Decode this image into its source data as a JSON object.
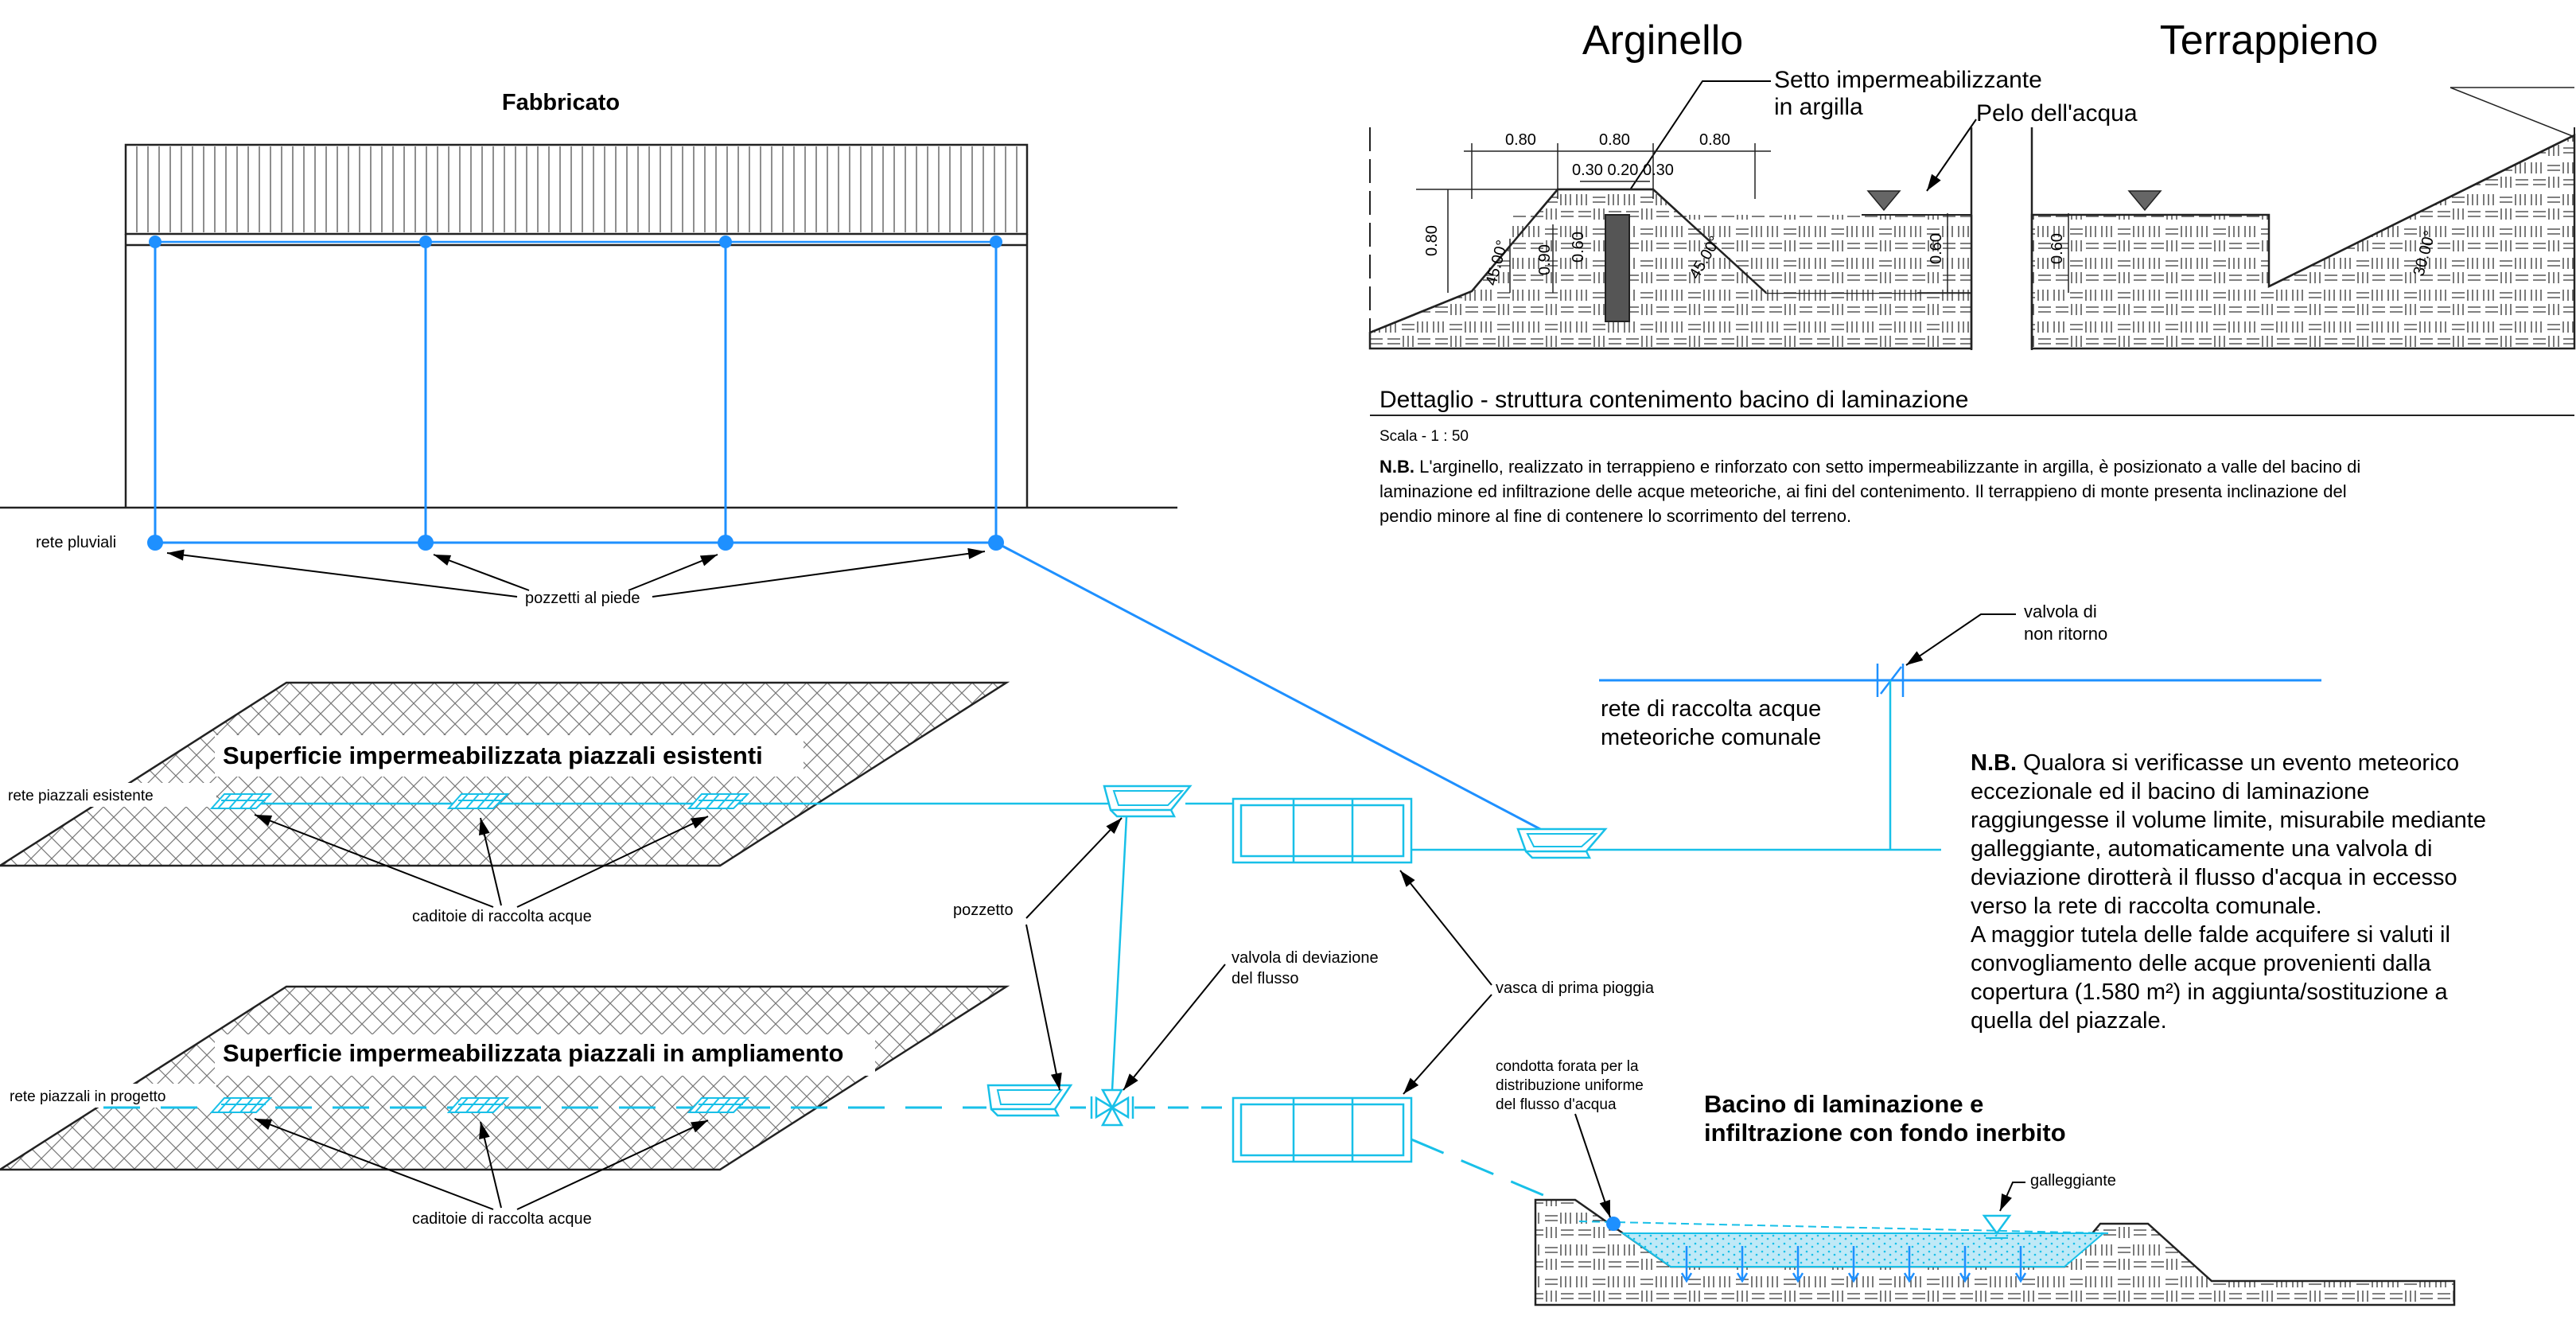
{
  "colors": {
    "line": "#222222",
    "blue": "#1e90ff",
    "cyan": "#18c0e8",
    "water": "#bfe9f7",
    "setto": "#555555"
  },
  "building": {
    "title": "Fabbricato",
    "label_rete": "rete pluviali",
    "label_pozzetti": "pozzetti al piede"
  },
  "platforms": {
    "existing": {
      "title": "Superficie impermeabilizzata piazzali esistenti",
      "rete_label": "rete piazzali esistente",
      "caditoie_label": "caditoie di raccolta acque"
    },
    "expansion": {
      "title": "Superficie impermeabilizzata piazzali in ampliamento",
      "rete_label": "rete piazzali in progetto",
      "caditoie_label": "caditoie di raccolta acque"
    }
  },
  "network": {
    "pozzetto_label": "pozzetto",
    "valvola_deviazione_label_1": "valvola di deviazione",
    "valvola_deviazione_label_2": "del flusso",
    "vasca_label": "vasca di prima pioggia",
    "rete_comunale_1": "rete di raccolta acque",
    "rete_comunale_2": "meteoriche comunale",
    "valvola_ritorno_1": "valvola di",
    "valvola_ritorno_2": "non ritorno"
  },
  "bacino": {
    "title_1": "Bacino di laminazione e",
    "title_2": "infiltrazione con fondo inerbito",
    "condotta_1": "condotta forata per la",
    "condotta_2": "distribuzione uniforme",
    "condotta_3": "del flusso d'acqua",
    "galleggiante": "galleggiante"
  },
  "detail": {
    "title_arginello": "Arginello",
    "title_terrappieno": "Terrappieno",
    "setto_1": "Setto impermeabilizzante",
    "setto_2": "in argilla",
    "pelo": "Pelo dell'acqua",
    "dims": {
      "top_1": "0.80",
      "top_2": "0.80",
      "top_3": "0.80",
      "sub": "0.30 0.20 0.30",
      "h_left": "0.80",
      "h_090": "0.90",
      "h_060_a": "0.60",
      "h_060_b": "0.60",
      "h_060_c": "0.60",
      "ang_1": "45.00°",
      "ang_2": "45.00°",
      "ang_3": "30.00°"
    },
    "caption": "Dettaglio - struttura contenimento bacino di laminazione",
    "scale": "Scala -  1 : 50",
    "nb_bold": "N.B.",
    "nb_lines": [
      " L'arginello, realizzato in terrappieno e rinforzato con setto impermeabilizzante in argilla, è posizionato a valle del bacino di",
      "laminazione ed infiltrazione delle acque meteoriche, ai fini del contenimento. Il terrappieno di monte presenta inclinazione del",
      "pendio minore al fine di contenere lo scorrimento del terreno."
    ]
  },
  "note": {
    "bold": "N.B.",
    "lines": [
      " Qualora si verificasse un evento meteorico",
      "eccezionale ed il bacino di laminazione",
      "raggiungesse il volume limite, misurabile mediante",
      "galleggiante, automaticamente una valvola di",
      "deviazione dirotterà il flusso d'acqua in eccesso",
      "verso la rete di raccolta comunale.",
      "A maggior tutela delle falde acquifere si valuti il",
      "convogliamento delle acque provenienti dalla",
      "copertura (1.580 m²) in aggiunta/sostituzione a",
      "quella del piazzale."
    ]
  }
}
